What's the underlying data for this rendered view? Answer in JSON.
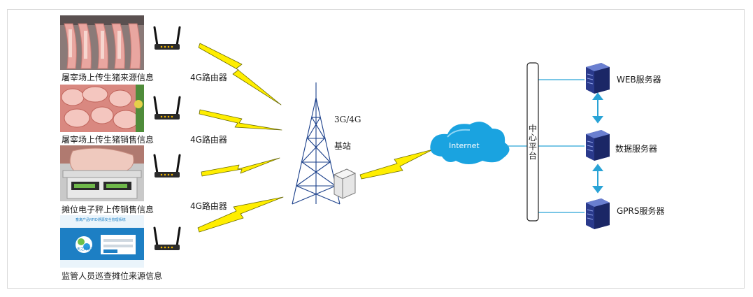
{
  "sources": [
    {
      "label": "屠宰场上传生猪来源信息",
      "photo_icon": "pork-carcass-photo"
    },
    {
      "label": "屠宰场上传生猪销售信息",
      "photo_icon": "pork-cuts-photo"
    },
    {
      "label": "摊位电子秤上传销售信息",
      "photo_icon": "electronic-scale-photo"
    },
    {
      "label": "监管人员巡查摊位来源信息",
      "photo_icon": "software-screen-photo"
    }
  ],
  "router_labels": [
    "4G路由器",
    "4G路由器",
    "4G路由器"
  ],
  "tower": {
    "network_label": "3G/4G",
    "station_label": "基站"
  },
  "cloud_label": "Internet",
  "center_platform_label": "中心平台",
  "servers": [
    {
      "label": "WEB服务器"
    },
    {
      "label": "数据服务器"
    },
    {
      "label": "GPRS服务器"
    }
  ],
  "screen_text": {
    "title": "畜禽产品RFID溯源安全管理系统",
    "logo": "天之码科技"
  },
  "colors": {
    "lightning": "#ffee00",
    "link": "#29a3d6",
    "cloud": "#1aa3e0",
    "server": "#2a3a8c"
  }
}
